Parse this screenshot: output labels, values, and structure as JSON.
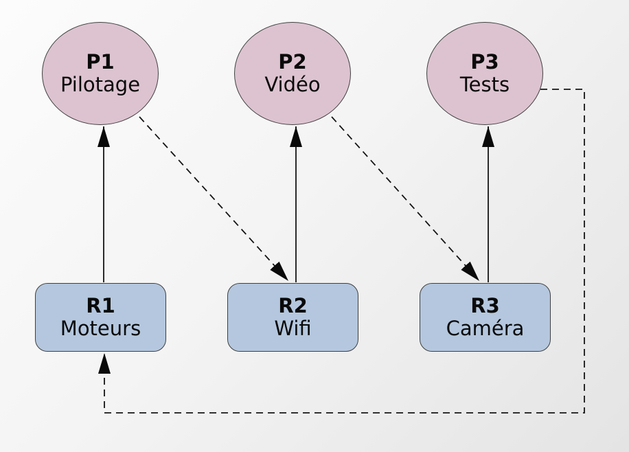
{
  "diagram": {
    "type": "task-resource-graph",
    "nodes": [
      {
        "id": "P1",
        "label": "P1",
        "sublabel": "Pilotage",
        "shape": "ellipse"
      },
      {
        "id": "P2",
        "label": "P2",
        "sublabel": "Vidéo",
        "shape": "ellipse"
      },
      {
        "id": "P3",
        "label": "P3",
        "sublabel": "Tests",
        "shape": "ellipse"
      },
      {
        "id": "R1",
        "label": "R1",
        "sublabel": "Moteurs",
        "shape": "rounded-rect"
      },
      {
        "id": "R2",
        "label": "R2",
        "sublabel": "Wifi",
        "shape": "rounded-rect"
      },
      {
        "id": "R3",
        "label": "R3",
        "sublabel": "Caméra",
        "shape": "rounded-rect"
      }
    ],
    "edges": [
      {
        "from": "R1",
        "to": "P1",
        "style": "solid"
      },
      {
        "from": "R2",
        "to": "P2",
        "style": "solid"
      },
      {
        "from": "R3",
        "to": "P3",
        "style": "solid"
      },
      {
        "from": "P1",
        "to": "R2",
        "style": "dashed"
      },
      {
        "from": "P2",
        "to": "R3",
        "style": "dashed"
      },
      {
        "from": "P3",
        "to": "R1",
        "style": "dashed"
      }
    ],
    "colors": {
      "process_fill": "#ddc3d0",
      "resource_fill": "#b4c7de",
      "shape_stroke": "#3f3f3f",
      "edge_solid": "#2a2a2a",
      "edge_dashed": "#141414",
      "arrow_fill": "#0a0a0a"
    }
  }
}
